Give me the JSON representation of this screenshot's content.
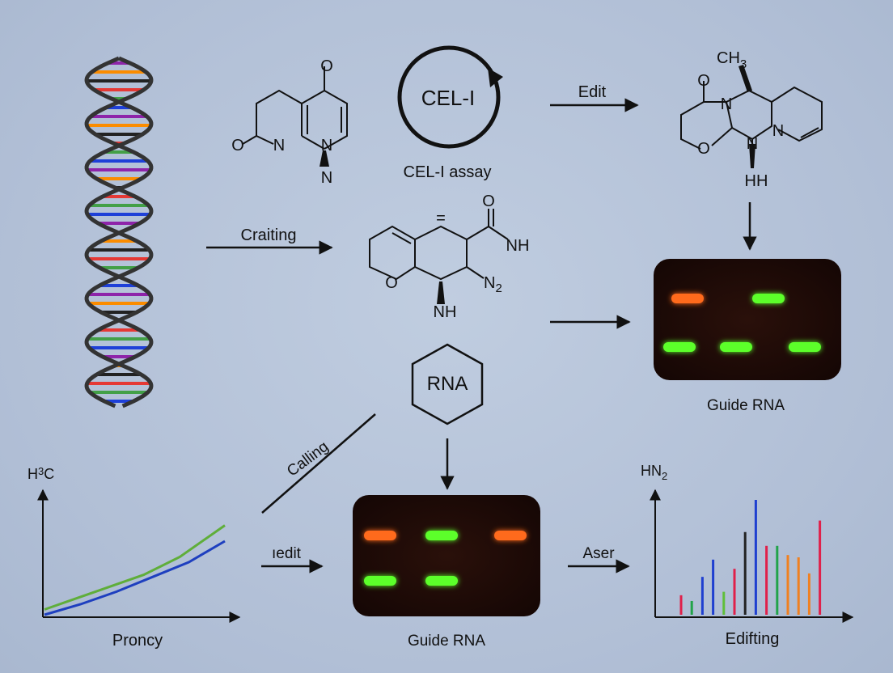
{
  "colors": {
    "background": "#b3c1d8",
    "ink": "#111111",
    "gel": "#1a0a06",
    "band_orange": "#ff6a1a",
    "band_green": "#5cff2a",
    "dna_rungs": [
      "#e53935",
      "#43a047",
      "#1e40d8",
      "#8e24aa",
      "#fb8c00",
      "#222222"
    ]
  },
  "icons": {
    "dna": "dna-double-helix-icon",
    "cel1": "circular-arrow-icon",
    "rna": "hexagon-icon"
  },
  "labels": {
    "cel1_inner": "CEL-I",
    "cel1_caption": "CEL-I assay",
    "rna_inner": "RNA",
    "edit_arrow": "Edit",
    "crafting_arrow": "Craiting",
    "calling_line": "Calling",
    "uedit_arrow": "ıedit",
    "aser_arrow": "Aser",
    "gel1_caption": "Guide RNA",
    "gel2_caption": "Guide RNA",
    "line_chart_caption": "Proncy",
    "line_chart_ylabel_main": "H",
    "line_chart_ylabel_sub": "3",
    "line_chart_ylabel_tail": "C",
    "bar_chart_ylabel_main": "HN",
    "bar_chart_ylabel_sub": "2",
    "bar_chart_caption": "Edifting"
  },
  "molecule_a": {
    "o_top": "O",
    "o_left": "O",
    "n1": "N",
    "n2": "N",
    "n3": "N"
  },
  "molecule_b": {
    "ch3_main": "CH",
    "ch3_sub": "3",
    "o1": "O",
    "o2": "O",
    "n1": "N",
    "n2": "N",
    "n3": "N",
    "hh": "HH"
  },
  "molecule_c": {
    "top": "=",
    "o_top": "O",
    "nh_right": "NH",
    "o_ring": "O",
    "n2_main": "N",
    "n2_sub": "2",
    "nh_bottom": "NH"
  },
  "gel1": {
    "bands": [
      {
        "color": "orange",
        "lane": 1,
        "row": 1
      },
      {
        "color": "green",
        "lane": 2,
        "row": 1
      },
      {
        "color": "green",
        "lane": 1,
        "row": 2
      },
      {
        "color": "green",
        "lane": 2,
        "row": 2
      },
      {
        "color": "green",
        "lane": 3,
        "row": 2
      }
    ]
  },
  "gel2": {
    "bands": [
      {
        "color": "orange",
        "lane": 1,
        "row": 1
      },
      {
        "color": "green",
        "lane": 2,
        "row": 1
      },
      {
        "color": "orange",
        "lane": 3,
        "row": 1
      },
      {
        "color": "green",
        "lane": 1,
        "row": 2
      },
      {
        "color": "green",
        "lane": 2,
        "row": 2
      }
    ]
  },
  "line_chart": {
    "series": [
      {
        "color": "#5fae3a",
        "points": [
          [
            0,
            0.05
          ],
          [
            0.15,
            0.14
          ],
          [
            0.35,
            0.26
          ],
          [
            0.55,
            0.38
          ],
          [
            0.75,
            0.55
          ],
          [
            1.0,
            0.85
          ]
        ]
      },
      {
        "color": "#1e3fbf",
        "points": [
          [
            0,
            0.0
          ],
          [
            0.2,
            0.1
          ],
          [
            0.4,
            0.22
          ],
          [
            0.6,
            0.36
          ],
          [
            0.8,
            0.5
          ],
          [
            1.0,
            0.7
          ]
        ]
      }
    ]
  },
  "bar_chart": {
    "bars": [
      {
        "color": "#e0204a",
        "value": 0.17
      },
      {
        "color": "#22a34a",
        "value": 0.12
      },
      {
        "color": "#1f3fd0",
        "value": 0.33
      },
      {
        "color": "#1f3fd0",
        "value": 0.48
      },
      {
        "color": "#5fbf3a",
        "value": 0.2
      },
      {
        "color": "#e0204a",
        "value": 0.4
      },
      {
        "color": "#222222",
        "value": 0.72
      },
      {
        "color": "#1f3fd0",
        "value": 1.0
      },
      {
        "color": "#e0204a",
        "value": 0.6
      },
      {
        "color": "#22a34a",
        "value": 0.6
      },
      {
        "color": "#f08020",
        "value": 0.52
      },
      {
        "color": "#f08020",
        "value": 0.5
      },
      {
        "color": "#f08020",
        "value": 0.36
      },
      {
        "color": "#e0204a",
        "value": 0.82
      }
    ]
  }
}
